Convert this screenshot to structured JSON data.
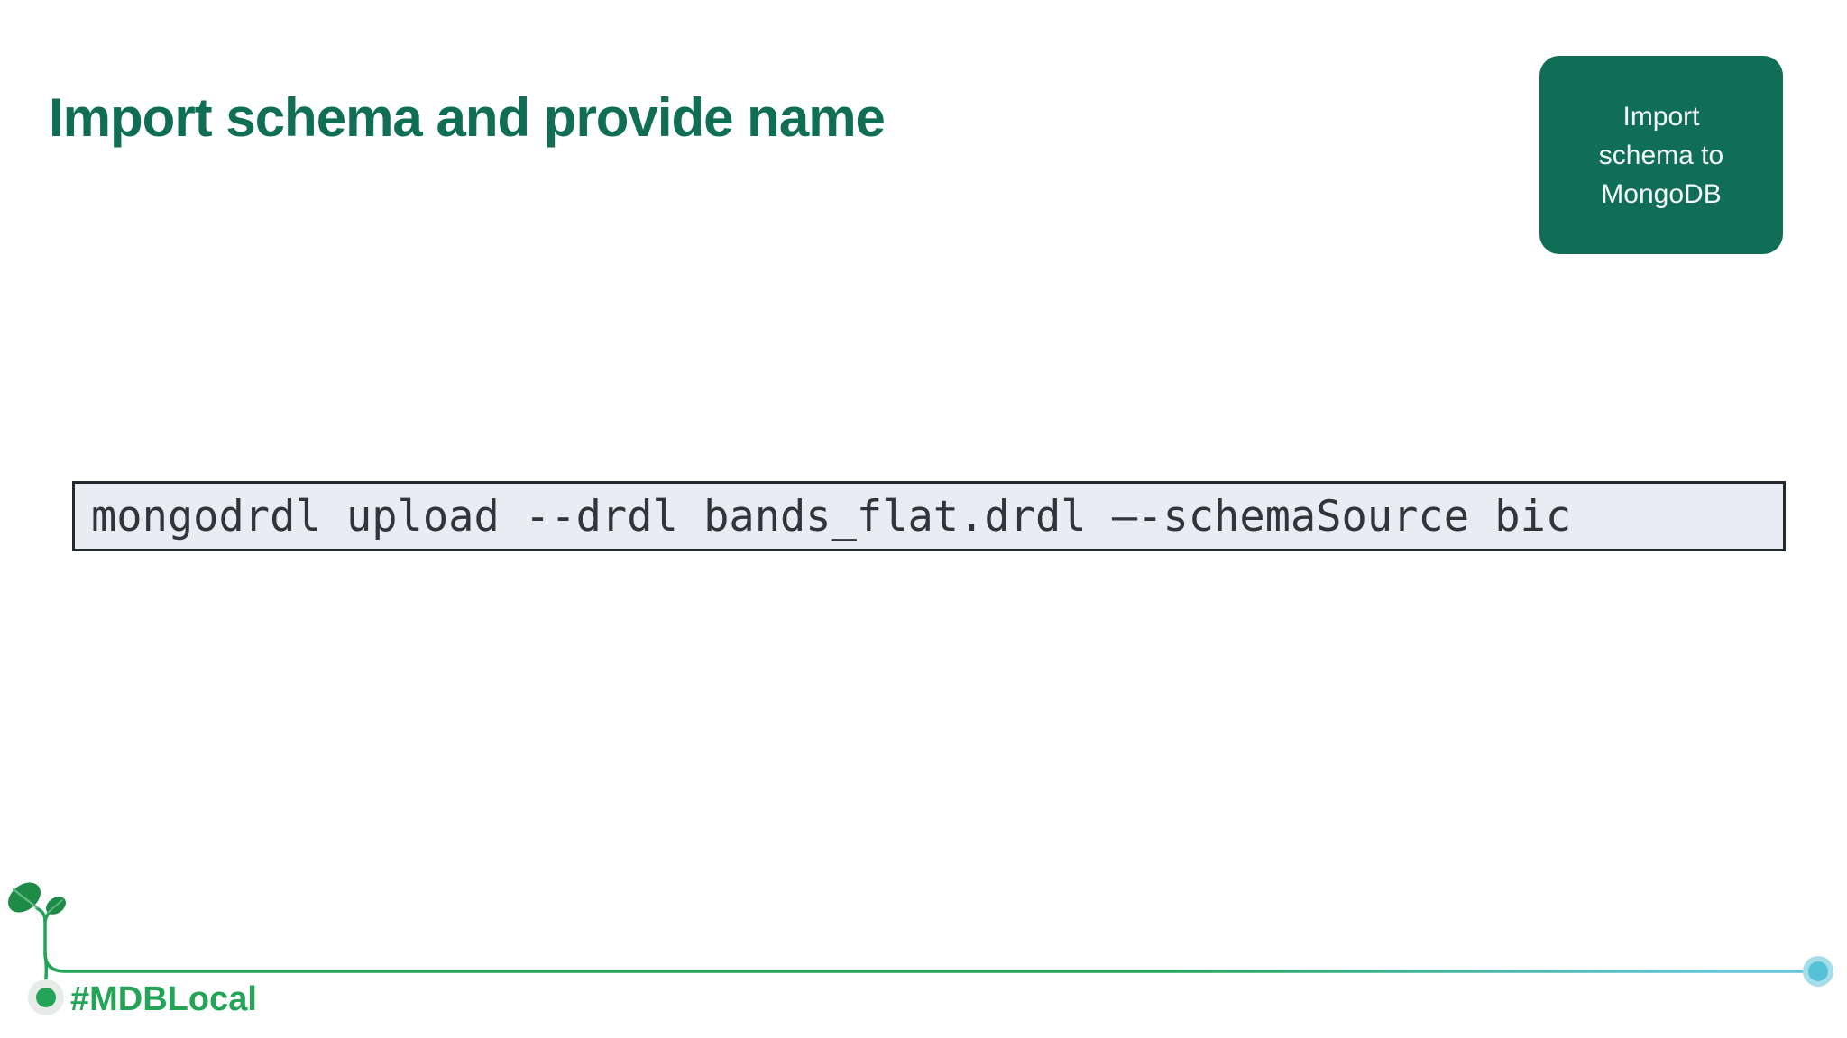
{
  "slide": {
    "title": "Import schema and provide name",
    "badge": {
      "label": "Import schema to MongoDB"
    },
    "code": {
      "command": "mongodrdl upload --drdl bands_flat.drdl –-schemaSource bic"
    },
    "footer": {
      "hashtag": "#MDBLocal"
    },
    "icons": [
      "sprout-icon",
      "timeline-line",
      "timeline-start-dot",
      "timeline-end-circle"
    ],
    "colors": {
      "title_green": "#0f6e54",
      "badge_green": "#116e56",
      "accent_green": "#23a457",
      "leaf_green": "#1d8a46",
      "leaf_vein": "#5cb57f",
      "line_blue": "#63c4da",
      "blue_halo": "#a5dde9",
      "dot_halo": "#e8ece9",
      "code_bg": "#e9edf3",
      "code_border": "#23292e",
      "code_text": "#30353b",
      "badge_text": "#f5f7f7"
    }
  }
}
